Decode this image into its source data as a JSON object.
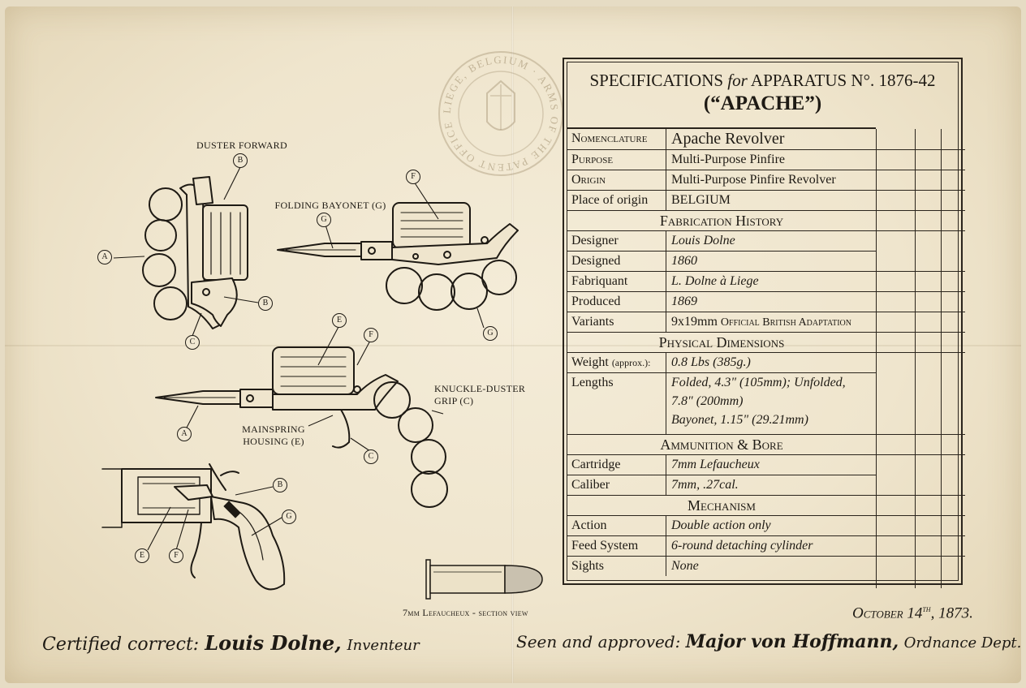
{
  "seal": {
    "ring_text": "LIEGE, BELGIUM · ARMS OF THE PATENT OFFICE"
  },
  "drawing_labels": {
    "duster_forward": "DUSTER FORWARD",
    "folding_bayonet": "FOLDING BAYONET (G)",
    "knuckle_duster_grip_1": "KNUCKLE-DUSTER",
    "knuckle_duster_grip_2": "GRIP (C)",
    "mainspring_housing_1": "MAINSPRING",
    "mainspring_housing_2": "HOUSING (E)",
    "section_view": "7mm Lefaucheux - section view"
  },
  "callouts": {
    "a": "A",
    "b": "B",
    "c": "C",
    "e": "E",
    "f": "F",
    "g": "G"
  },
  "spec": {
    "title_prefix": "SPECIFICATIONS",
    "title_for": "for",
    "title_suffix": "APPARATUS N°. 1876-42",
    "subtitle": "(“APACHE”)",
    "rows_top": [
      {
        "key": "Nomenclature",
        "value": "Apache Revolver"
      },
      {
        "key": "Purpose",
        "value": "Multi-Purpose Pinfire"
      },
      {
        "key": "Origin",
        "value": "Multi-Purpose Pinfire Revolver"
      },
      {
        "key": "Place of origin",
        "value": "BELGIUM"
      }
    ],
    "fabrication_header": "Fabrication History",
    "fabrication_rows": [
      {
        "key": "Designer",
        "value": "Louis Dolne"
      },
      {
        "key": "Designed",
        "value": "1860"
      },
      {
        "key": "Fabriquant",
        "value": "L. Dolne à Liege"
      },
      {
        "key": "Produced",
        "value": "1869"
      },
      {
        "key": "Variants",
        "value": "9x19mm",
        "value_extra": "Official British Adaptation"
      }
    ],
    "physical_header": "Physical Dimensions",
    "weight": {
      "key": "Weight",
      "key_note": "(approx.):",
      "value": "0.8 Lbs (385g.)"
    },
    "lengths": {
      "key": "Lengths",
      "line1": "Folded, 4.3\" (105mm); Unfolded,",
      "line2": "7.8\" (200mm)",
      "line3": "Bayonet, 1.15\" (29.21mm)"
    },
    "ammo_header": "Ammunition & Bore",
    "ammo_rows": [
      {
        "key": "Cartridge",
        "value": "7mm Lefaucheux"
      },
      {
        "key": "Caliber",
        "value": "7mm, .27cal."
      }
    ],
    "mechanism_header": "Mechanism",
    "mechanism_rows": [
      {
        "key": "Action",
        "value": "Double action only"
      },
      {
        "key": "Feed System",
        "value": "6-round detaching cylinder"
      },
      {
        "key": "Sights",
        "value": "None"
      }
    ]
  },
  "footer": {
    "date_prefix": "October 14",
    "date_sup": "th",
    "date_suffix": ", 1873.",
    "certified_label": "Certified correct:",
    "certified_name": "Louis Dolne,",
    "certified_role": "Inventeur",
    "approved_label": "Seen and approved:",
    "approved_name": "Major von Hoffmann,",
    "approved_role": "Ordnance Dept."
  }
}
